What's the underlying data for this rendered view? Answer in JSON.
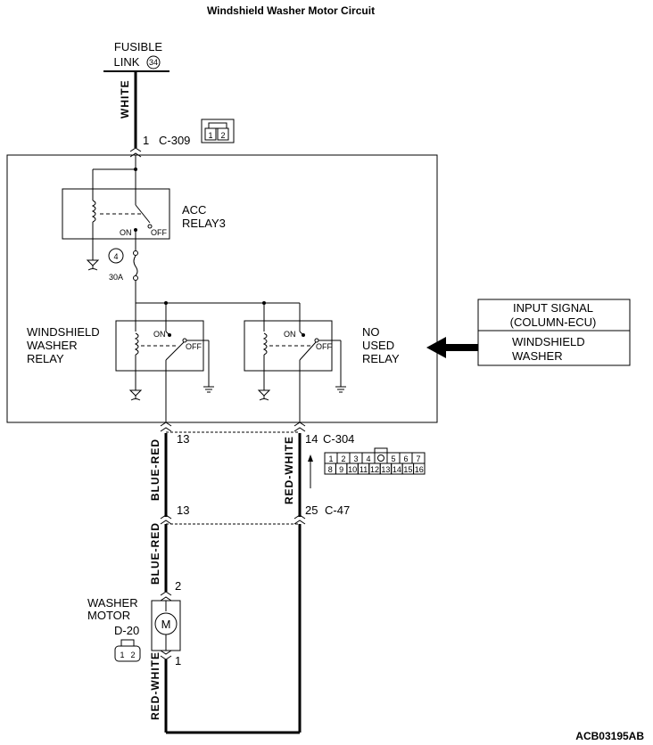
{
  "title": "Windshield Washer Motor Circuit",
  "fusible_link": {
    "line1": "FUSIBLE",
    "line2": "LINK",
    "number": "34"
  },
  "wire_white": "WHITE",
  "c309": {
    "pin": "1",
    "label": "C-309",
    "pins": [
      "1",
      "2"
    ]
  },
  "acc_relay": {
    "line1": "ACC",
    "line2": "RELAY3",
    "on": "ON",
    "off": "OFF"
  },
  "fuse": {
    "number": "4",
    "rating": "30A"
  },
  "washer_relay": {
    "line1": "WINDSHIELD",
    "line2": "WASHER",
    "line3": "RELAY",
    "on": "ON",
    "off": "OFF"
  },
  "no_used_relay": {
    "line1": "NO",
    "line2": "USED",
    "line3": "RELAY",
    "on": "ON",
    "off": "OFF"
  },
  "input_signal": {
    "line1": "INPUT SIGNAL",
    "line2": "(COLUMN-ECU)",
    "line3": "WINDSHIELD",
    "line4": "WASHER"
  },
  "c304": {
    "pin_left": "13",
    "pin_right": "14",
    "label": "C-304",
    "pins_top": [
      "1",
      "2",
      "3",
      "4",
      "",
      "5",
      "6",
      "7"
    ],
    "pins_bottom": [
      "8",
      "9",
      "10",
      "11",
      "12",
      "13",
      "14",
      "15",
      "16"
    ]
  },
  "c47": {
    "pin_left": "13",
    "pin_right": "25",
    "label": "C-47"
  },
  "wires": {
    "blue_red_1": "BLUE-RED",
    "blue_red_2": "BLUE-RED",
    "red_white_1": "RED-WHITE",
    "red_white_2": "RED-WHITE"
  },
  "washer_motor": {
    "line1": "WASHER",
    "line2": "MOTOR",
    "connector": "D-20",
    "pin_top": "2",
    "pin_bottom": "1",
    "symbol": "M",
    "pins": [
      "1",
      "2"
    ]
  },
  "figure_code": "ACB03195AB"
}
